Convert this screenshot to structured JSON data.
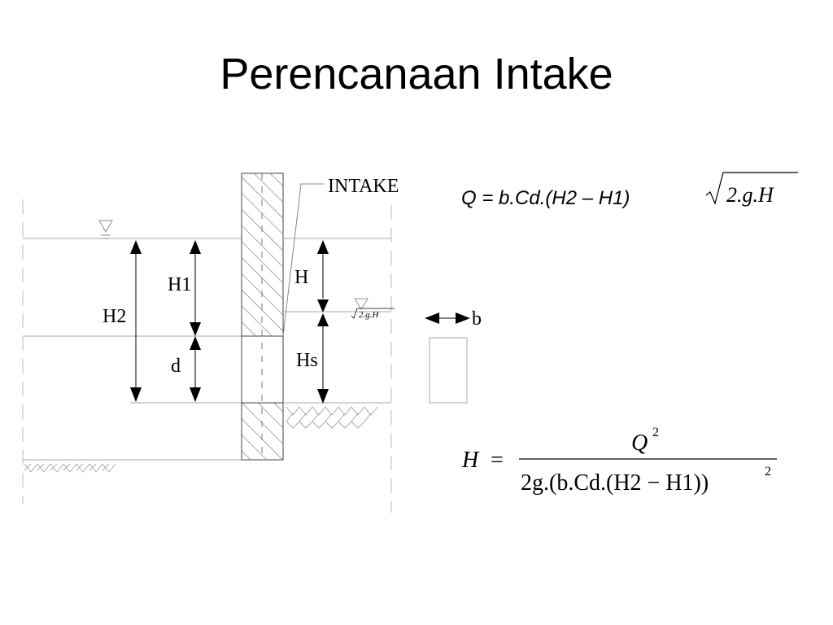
{
  "slide": {
    "title": "Perencanaan Intake"
  },
  "diagram": {
    "labels": {
      "intake": "INTAKE",
      "h1": "H1",
      "h2": "H2",
      "d": "d",
      "h": "H",
      "hs": "Hs",
      "b": "b",
      "small_formula": "2.g.H"
    }
  },
  "formulas": {
    "discharge": {
      "lhs": "Q = b.Cd.(H2 – H1)",
      "radicand": "2.g.H"
    },
    "head": {
      "lhs": "H",
      "eq": "=",
      "numerator": "Q",
      "numerator_exp": "2",
      "denominator": "2g.(b.Cd.(H2 − H1))",
      "denominator_exp": "2"
    }
  },
  "colors": {
    "line": "#000000",
    "thin_line": "#999999"
  }
}
